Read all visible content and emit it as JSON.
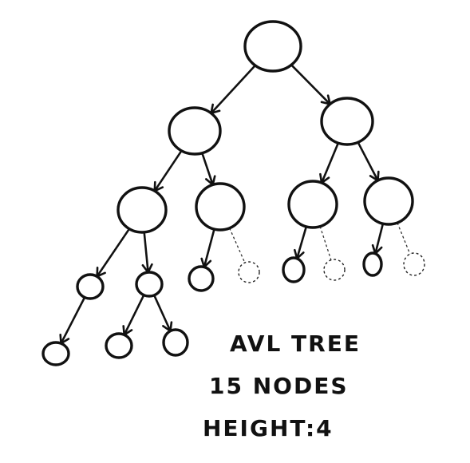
{
  "caption": {
    "title": "AVL TREE",
    "nodes": "15 NODES",
    "height": "HEIGHT:4"
  },
  "tree": {
    "nodes": [
      {
        "id": "root",
        "kind": "node"
      },
      {
        "id": "l",
        "kind": "node"
      },
      {
        "id": "r",
        "kind": "node"
      },
      {
        "id": "ll",
        "kind": "node"
      },
      {
        "id": "lr",
        "kind": "node"
      },
      {
        "id": "rl",
        "kind": "node"
      },
      {
        "id": "rr",
        "kind": "node"
      },
      {
        "id": "lll",
        "kind": "node"
      },
      {
        "id": "llr",
        "kind": "node"
      },
      {
        "id": "lrl",
        "kind": "node"
      },
      {
        "id": "lrr",
        "kind": "empty"
      },
      {
        "id": "rll",
        "kind": "node"
      },
      {
        "id": "rlr",
        "kind": "empty"
      },
      {
        "id": "rrl",
        "kind": "node"
      },
      {
        "id": "rrr",
        "kind": "empty"
      },
      {
        "id": "llll",
        "kind": "node"
      },
      {
        "id": "llrl",
        "kind": "node"
      },
      {
        "id": "llrr",
        "kind": "node"
      }
    ],
    "edges": [
      {
        "from": "root",
        "to": "l"
      },
      {
        "from": "root",
        "to": "r"
      },
      {
        "from": "l",
        "to": "ll"
      },
      {
        "from": "l",
        "to": "lr"
      },
      {
        "from": "r",
        "to": "rl"
      },
      {
        "from": "r",
        "to": "rr"
      },
      {
        "from": "ll",
        "to": "lll"
      },
      {
        "from": "ll",
        "to": "llr"
      },
      {
        "from": "lr",
        "to": "lrl"
      },
      {
        "from": "lr",
        "to": "lrr"
      },
      {
        "from": "rl",
        "to": "rll"
      },
      {
        "from": "rl",
        "to": "rlr"
      },
      {
        "from": "rr",
        "to": "rrl"
      },
      {
        "from": "rr",
        "to": "rrr"
      },
      {
        "from": "lll",
        "to": "llll"
      },
      {
        "from": "llr",
        "to": "llrl"
      },
      {
        "from": "llr",
        "to": "llrr"
      }
    ]
  }
}
